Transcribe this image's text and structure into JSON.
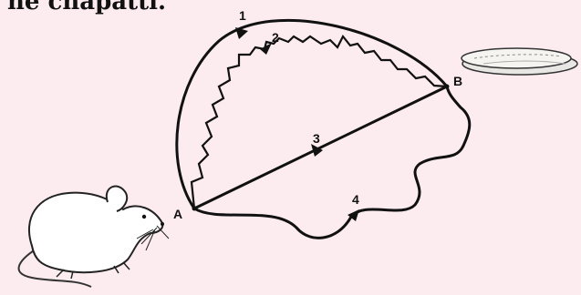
{
  "header": {
    "text": "he chapatti."
  },
  "points": {
    "a_label": "A",
    "b_label": "B"
  },
  "paths": [
    {
      "label": "1"
    },
    {
      "label": "2"
    },
    {
      "label": "3"
    },
    {
      "label": "4"
    }
  ],
  "illustrations": {
    "start": "mouse-icon",
    "end": "chapatti-icon"
  }
}
